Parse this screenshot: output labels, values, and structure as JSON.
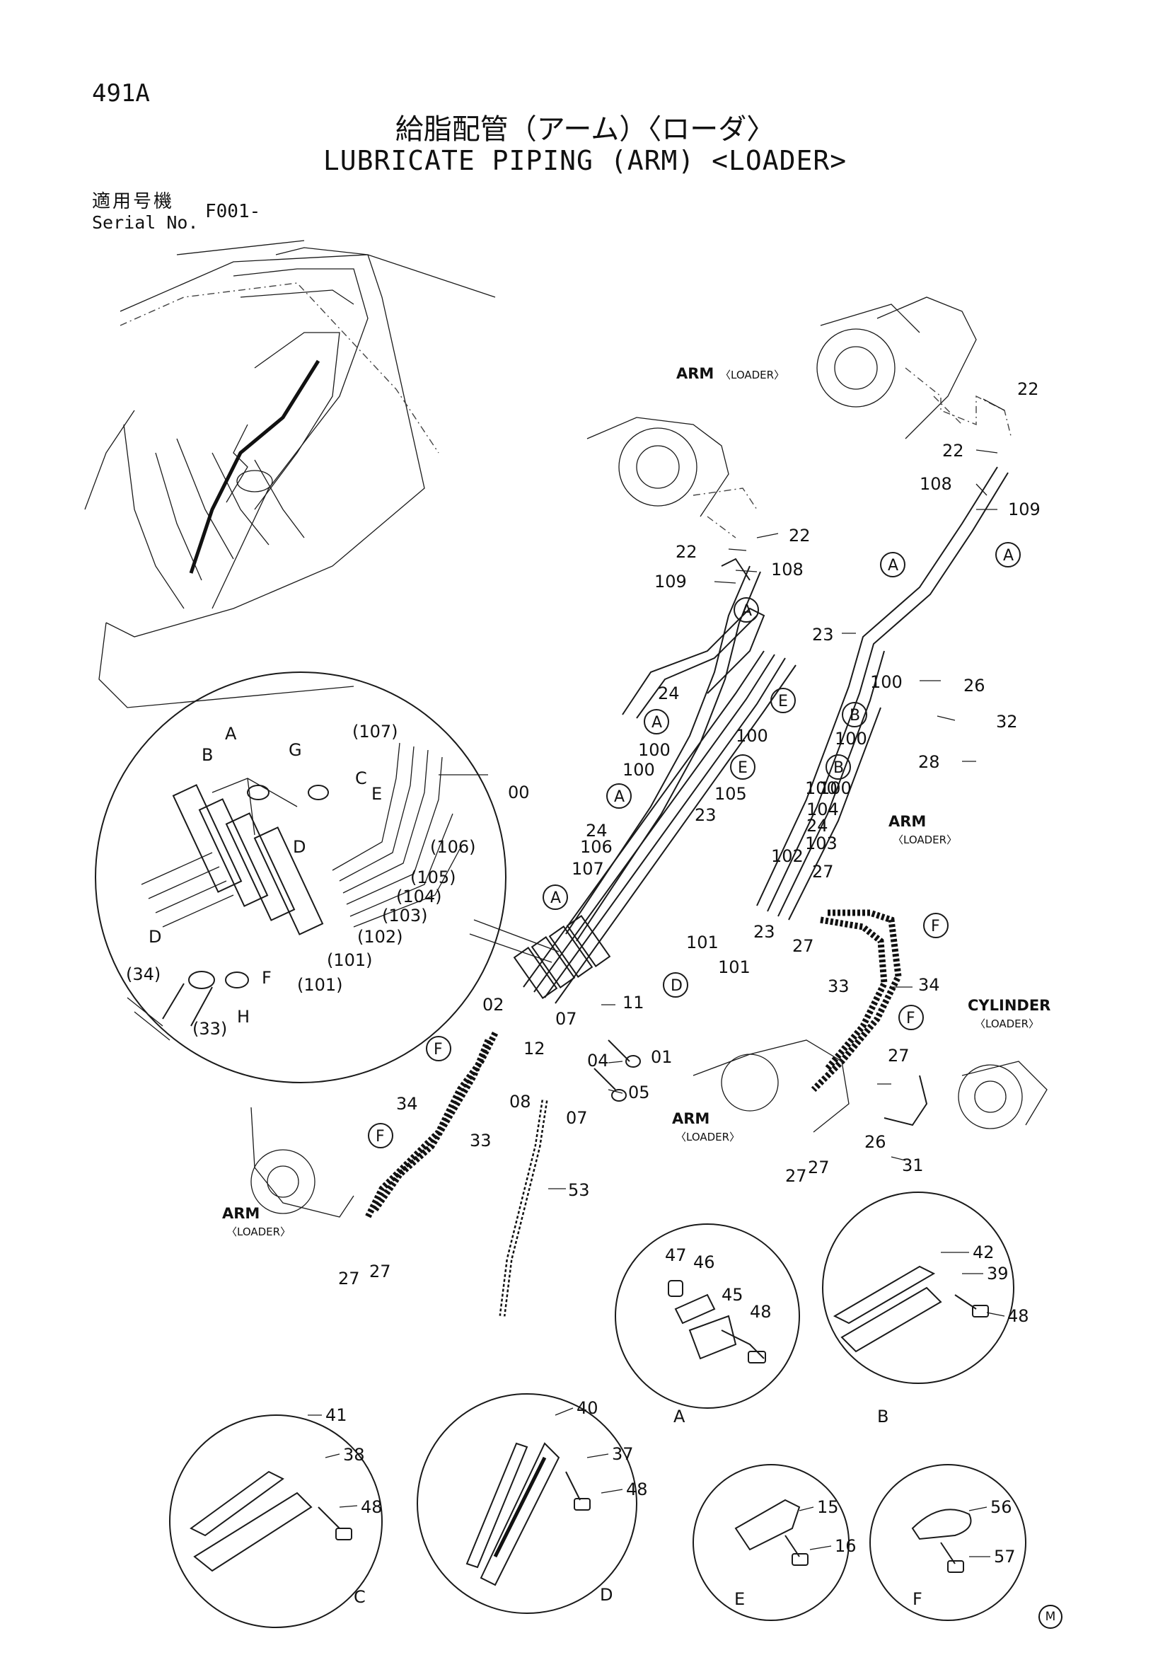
{
  "header": {
    "page_number": "491A",
    "title_jp": "給脂配管（アーム）〈ローダ〉",
    "title_en": "LUBRICATE PIPING (ARM) <LOADER>",
    "serial_label_jp": "適用号機",
    "serial_label_en": "Serial No.",
    "serial_value": "F001-"
  },
  "mark": "M",
  "captions": [
    {
      "id": "arm-top",
      "line1": "ARM",
      "line2": "〈LOADER〉"
    },
    {
      "id": "arm-right",
      "line1": "ARM",
      "line2": "〈LOADER〉"
    },
    {
      "id": "cylinder",
      "line1": "CYLINDER",
      "line2": "〈LOADER〉"
    },
    {
      "id": "arm-bottom-right",
      "line1": "ARM",
      "line2": "〈LOADER〉"
    },
    {
      "id": "arm-bottom-left",
      "line1": "ARM",
      "line2": "〈LOADER〉"
    }
  ],
  "part_labels": [
    "22",
    "22",
    "108",
    "109",
    "22",
    "22",
    "108",
    "109",
    "23",
    "100",
    "26",
    "32",
    "28",
    "24",
    "100",
    "100",
    "100",
    "100",
    "100",
    "100",
    "105",
    "23",
    "104",
    "24",
    "103",
    "102",
    "106",
    "107",
    "24",
    "27",
    "27",
    "23",
    "101",
    "101",
    "33",
    "34",
    "27",
    "26",
    "31",
    "27",
    "27",
    "11",
    "02",
    "07",
    "01",
    "12",
    "04",
    "05",
    "08",
    "07",
    "53",
    "34",
    "33",
    "27",
    "27",
    "00"
  ],
  "magnifier_labels": [
    "(107)",
    "A",
    "G",
    "B",
    "C",
    "E",
    "D",
    "(106)",
    "(105)",
    "(104)",
    "(103)",
    "(102)",
    "(101)",
    "(101)",
    "D",
    "(34)",
    "(33)",
    "H",
    "F"
  ],
  "callouts": [
    "A",
    "A",
    "A",
    "A",
    "A",
    "A",
    "E",
    "B",
    "E",
    "B",
    "D",
    "F",
    "F",
    "F",
    "F"
  ],
  "details": [
    {
      "id": "A",
      "parts": [
        "47",
        "46",
        "45",
        "48"
      ]
    },
    {
      "id": "B",
      "parts": [
        "42",
        "39",
        "48"
      ]
    },
    {
      "id": "C",
      "parts": [
        "41",
        "38",
        "48"
      ]
    },
    {
      "id": "D",
      "parts": [
        "40",
        "37",
        "48"
      ]
    },
    {
      "id": "E",
      "parts": [
        "15",
        "16"
      ]
    },
    {
      "id": "F",
      "parts": [
        "56",
        "57"
      ]
    }
  ]
}
